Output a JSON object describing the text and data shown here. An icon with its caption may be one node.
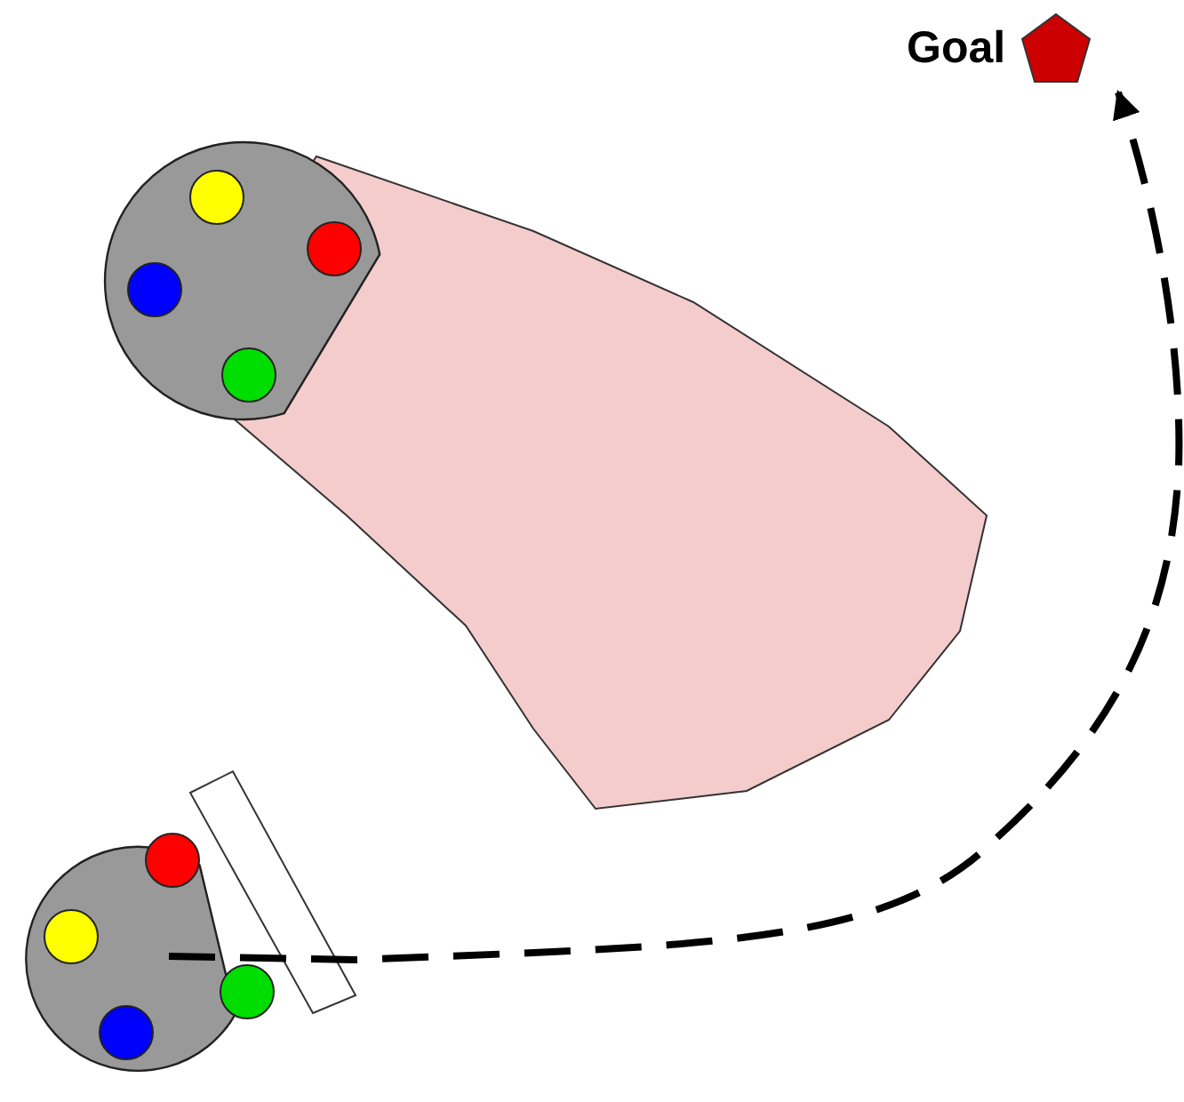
{
  "diagram": {
    "nodes": [
      {
        "text": [
          "Goal"
        ]
      },
      {
        "text": [],
        "shape": "picture"
      }
    ],
    "edges": [
      {
        "from": 1,
        "to": 0,
        "arrow": "to",
        "style": "dashed"
      }
    ]
  }
}
